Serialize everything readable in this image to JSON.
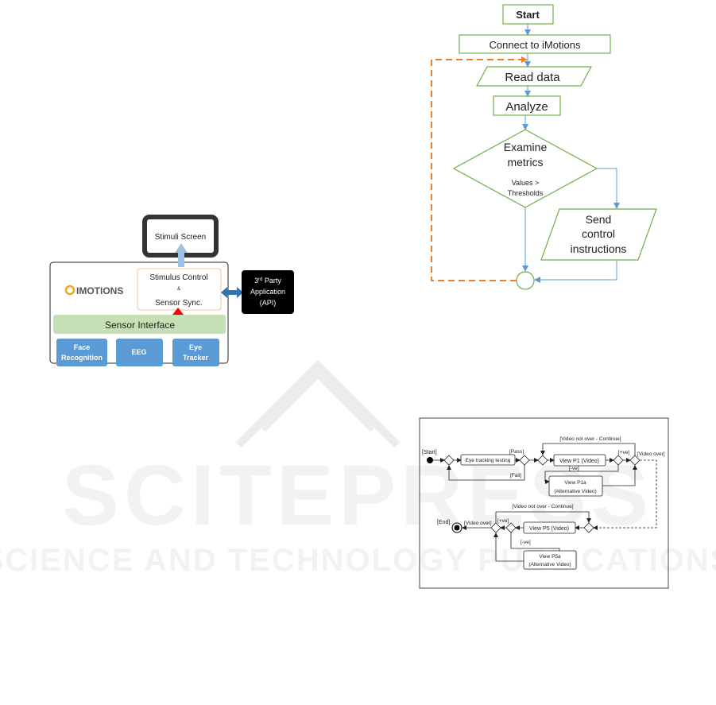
{
  "architecture": {
    "stimuli_screen": "Stimuli Screen",
    "brand": "IMOTIONS",
    "stimulus_control": "Stimulus Control",
    "ampersand": "&",
    "sensor_sync": "Sensor Sync.",
    "third_party": {
      "sup": "rd",
      "line1_num": "3",
      "line1_rest": " Party",
      "line2": "Application",
      "line3": "(API)"
    },
    "sensor_interface": "Sensor Interface",
    "sensors": [
      {
        "line1": "Face",
        "line2": "Recognition"
      },
      {
        "line1": "EEG",
        "line2": ""
      },
      {
        "line1": "Eye",
        "line2": "Tracker"
      }
    ],
    "colors": {
      "sensor_blue": "#5b9bd5",
      "interface_green": "#c5e0b4",
      "brand_orange": "#f0a81c",
      "frame_dark": "#333333"
    }
  },
  "flowchart": {
    "start": "Start",
    "connect": "Connect to iMotions",
    "read": "Read data",
    "analyze": "Analyze",
    "examine_line1": "Examine",
    "examine_line2": "metrics",
    "cond_line1": "Values >",
    "cond_line2": "Thresholds",
    "send_line1": "Send",
    "send_line2": "control",
    "send_line3": "instructions",
    "colors": {
      "shape": "#70ad47",
      "arrow": "#5b9bd5",
      "loop": "#ed7d31"
    }
  },
  "activity": {
    "start": "[Start]",
    "end": "[End]",
    "eye_test": "Eye tracking testing",
    "pass": "[Pass]",
    "fail": "[Fail]",
    "not_over_1": "[Video not over - Continue]",
    "view_p1": "View P1 (Video)",
    "pos_1": "[+ve]",
    "neg_1": "[-ve]",
    "video_over_1": "[Video over]",
    "p1a_line1": "View P1a",
    "p1a_line2": "(Alternative Video)",
    "not_over_2": "[Video not over - Continue]",
    "video_over_2": "[Video over]",
    "pos_2": "[+ve]",
    "view_p5": "View P5 (Video)",
    "neg_2": "[-ve]",
    "p5a_line1": "View P5a",
    "p5a_line2": "(Alternative Video)"
  },
  "watermark": {
    "big": "SCITEPRESS",
    "small": "SCIENCE AND TECHNOLOGY PUBLICATIONS"
  }
}
